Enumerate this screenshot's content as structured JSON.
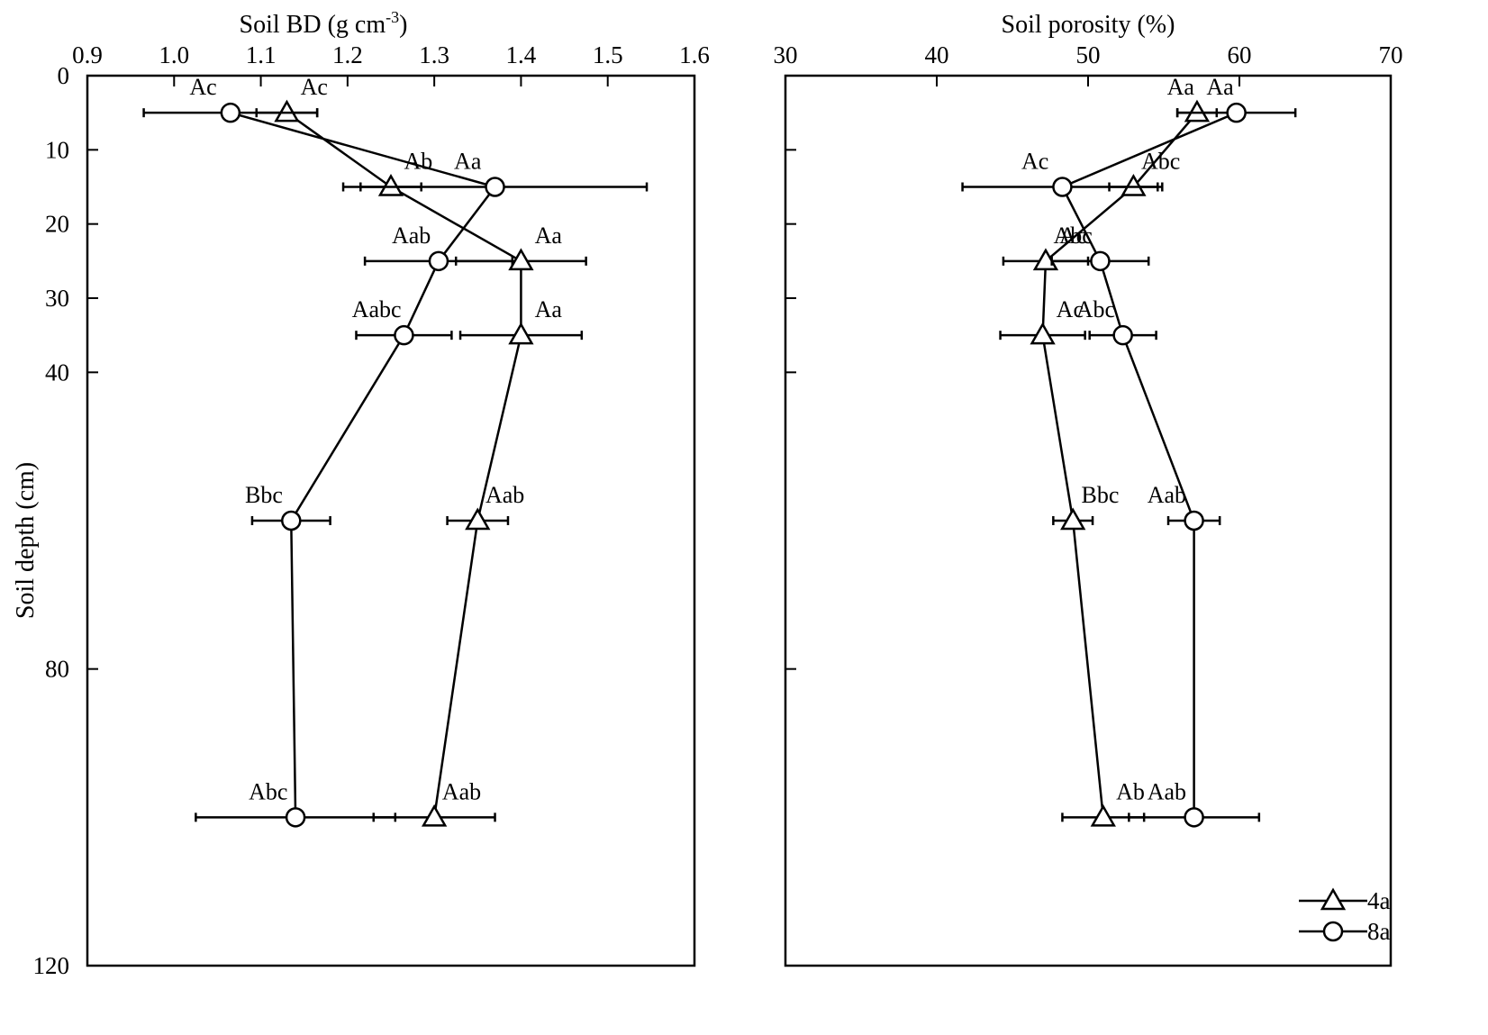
{
  "figure": {
    "ylabel": "Soil depth (cm)"
  },
  "chart_data": [
    {
      "type": "line",
      "xlabel": "Soil BD (g cm",
      "xlabel_sup": "-3",
      "xlabel_end": ")",
      "xlim": [
        0.9,
        1.6
      ],
      "xticks": [
        "0.9",
        "1.0",
        "1.1",
        "1.2",
        "1.3",
        "1.4",
        "1.5",
        "1.6"
      ],
      "xtick_values": [
        0.9,
        1.0,
        1.1,
        1.2,
        1.3,
        1.4,
        1.5,
        1.6
      ],
      "ylim": [
        0,
        120
      ],
      "yticks": [
        "0",
        "10",
        "20",
        "30",
        "40",
        "80",
        "120"
      ],
      "ytick_values": [
        0,
        10,
        20,
        30,
        40,
        80,
        120
      ],
      "y_inverted": true,
      "show_y_tick_labels": true,
      "series": [
        {
          "name": "4a",
          "marker": "triangle",
          "points": [
            {
              "x": 1.13,
              "y": 5,
              "err": 0.035,
              "label": "Ac"
            },
            {
              "x": 1.25,
              "y": 15,
              "err": 0.035,
              "label": "Ab"
            },
            {
              "x": 1.4,
              "y": 25,
              "err": 0.075,
              "label": "Aa"
            },
            {
              "x": 1.4,
              "y": 35,
              "err": 0.07,
              "label": "Aa"
            },
            {
              "x": 1.35,
              "y": 60,
              "err": 0.035,
              "label": "Aab"
            },
            {
              "x": 1.3,
              "y": 100,
              "err": 0.07,
              "label": "Aab"
            }
          ]
        },
        {
          "name": "8a",
          "marker": "circle",
          "points": [
            {
              "x": 1.065,
              "y": 5,
              "err": 0.1,
              "label": "Ac"
            },
            {
              "x": 1.37,
              "y": 15,
              "err": 0.175,
              "label": "Aa"
            },
            {
              "x": 1.305,
              "y": 25,
              "err": 0.085,
              "label": "Aab"
            },
            {
              "x": 1.265,
              "y": 35,
              "err": 0.055,
              "label": "Aabc"
            },
            {
              "x": 1.135,
              "y": 60,
              "err": 0.045,
              "label": "Bbc"
            },
            {
              "x": 1.14,
              "y": 100,
              "err": 0.115,
              "label": "Abc"
            }
          ]
        }
      ]
    },
    {
      "type": "line",
      "xlabel": "Soil porosity (%)",
      "xlim": [
        30,
        70
      ],
      "xticks": [
        "30",
        "40",
        "50",
        "60",
        "70"
      ],
      "xtick_values": [
        30,
        40,
        50,
        60,
        70
      ],
      "ylim": [
        0,
        120
      ],
      "ytick_values": [
        0,
        10,
        20,
        30,
        40,
        80,
        120
      ],
      "y_inverted": true,
      "show_y_tick_labels": false,
      "legend": "bottom-right",
      "series": [
        {
          "name": "4a",
          "marker": "triangle",
          "points": [
            {
              "x": 57.2,
              "y": 5,
              "err": 1.3,
              "label": "Aa"
            },
            {
              "x": 53.0,
              "y": 15,
              "err": 1.6,
              "label": "Abc"
            },
            {
              "x": 47.2,
              "y": 25,
              "err": 2.8,
              "label": "Ac"
            },
            {
              "x": 47.0,
              "y": 35,
              "err": 2.8,
              "label": "Ac"
            },
            {
              "x": 49.0,
              "y": 60,
              "err": 1.3,
              "label": "Bbc"
            },
            {
              "x": 51.0,
              "y": 100,
              "err": 2.7,
              "label": "Ab"
            }
          ]
        },
        {
          "name": "8a",
          "marker": "circle",
          "points": [
            {
              "x": 59.8,
              "y": 5,
              "err": 3.9,
              "label": "Aa"
            },
            {
              "x": 48.3,
              "y": 15,
              "err": 6.6,
              "label": "Ac"
            },
            {
              "x": 50.8,
              "y": 25,
              "err": 3.2,
              "label": "Abc"
            },
            {
              "x": 52.3,
              "y": 35,
              "err": 2.2,
              "label": "Abc"
            },
            {
              "x": 57.0,
              "y": 60,
              "err": 1.7,
              "label": "Aab"
            },
            {
              "x": 57.0,
              "y": 100,
              "err": 4.3,
              "label": "Aab"
            }
          ]
        }
      ]
    }
  ]
}
